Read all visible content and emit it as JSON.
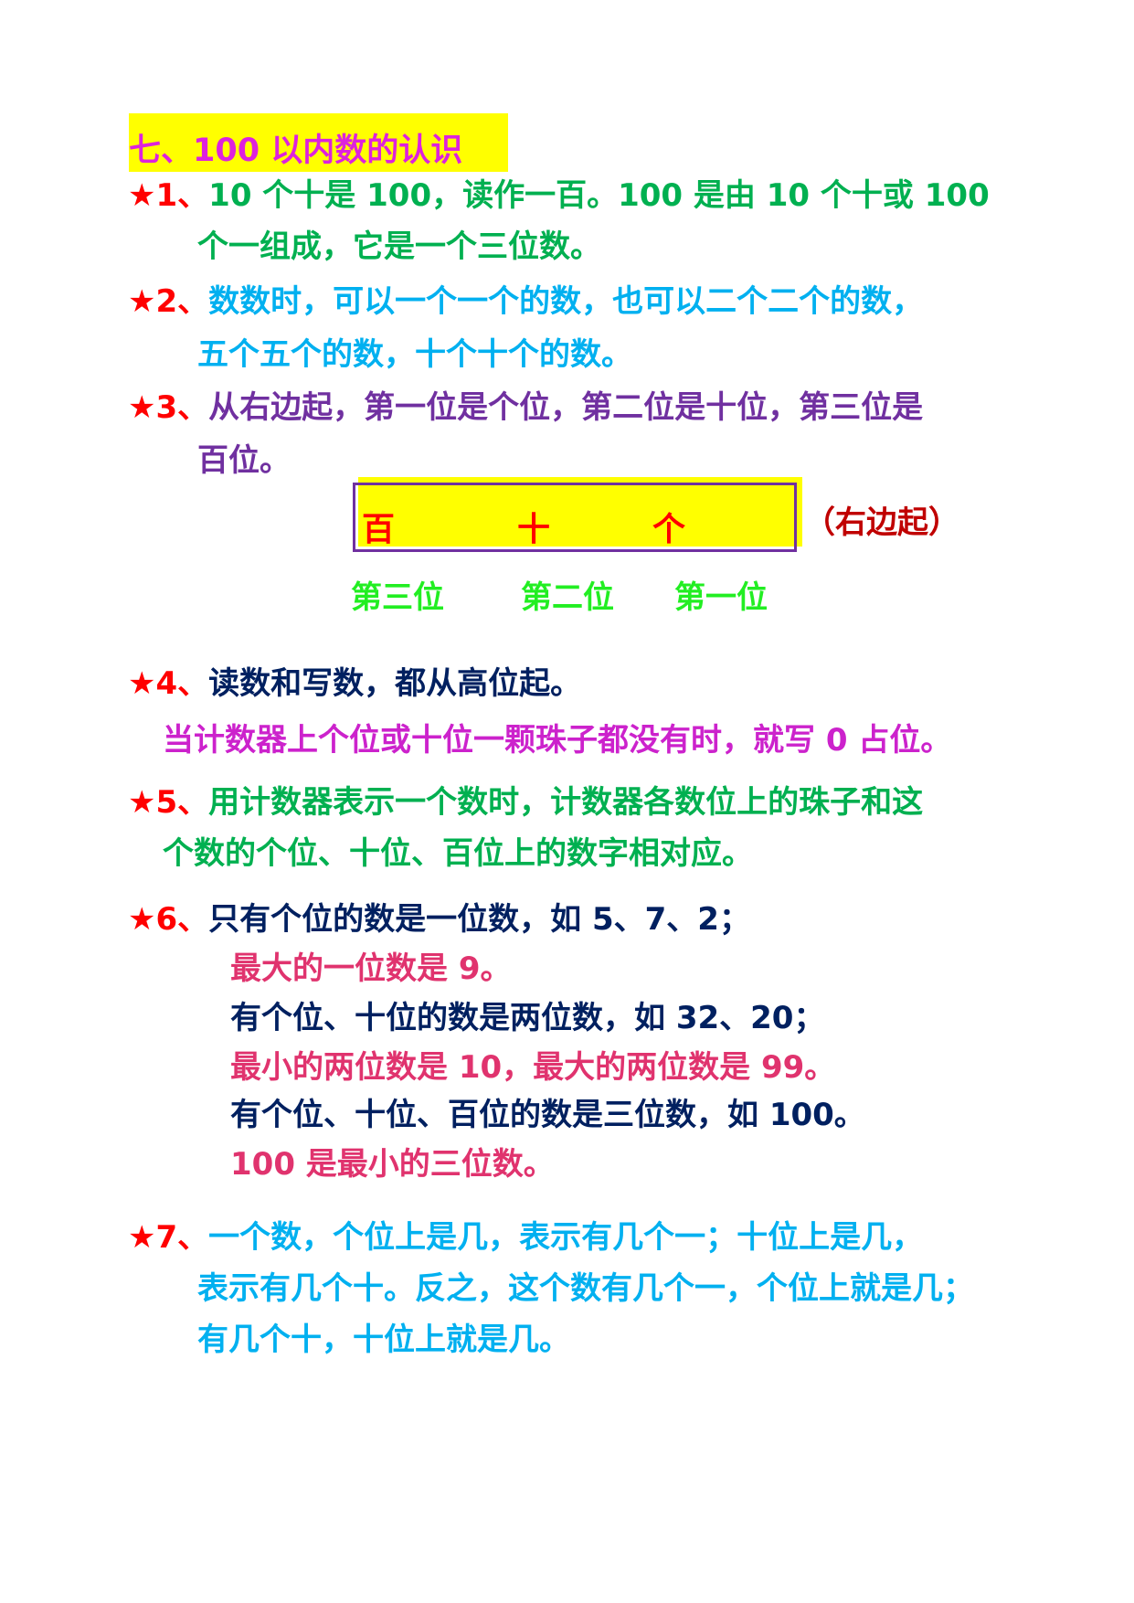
{
  "title": "七、100 以内数的认识",
  "star_glyph": "★",
  "items": [
    {
      "num": "1、",
      "lines": [
        "10 个十是 100，读作一百。100 是由 10 个十或 100",
        "个一组成，它是一个三位数。"
      ]
    },
    {
      "num": "2、",
      "lines": [
        "数数时，可以一个一个的数，也可以二个二个的数，",
        "五个五个的数，十个十个的数。"
      ]
    },
    {
      "num": "3、",
      "lines": [
        "从右边起，第一位是个位，第二位是十位，第三位是",
        "百位。"
      ]
    },
    {
      "num": "4、",
      "lines": [
        "读数和写数，都从高位起。",
        "当计数器上个位或十位一颗珠子都没有时，就写 0 占位。"
      ]
    },
    {
      "num": "5、",
      "lines": [
        "用计数器表示一个数时，计数器各数位上的珠子和这",
        "个数的个位、十位、百位上的数字相对应。"
      ]
    },
    {
      "num": "6、",
      "lines": [
        "只有个位的数是一位数，如 5、7、2；",
        "最大的一位数是 9。",
        "有个位、十位的数是两位数，如 32、20；",
        "最小的两位数是 10，最大的两位数是 99。",
        "有个位、十位、百位的数是三位数，如 100。",
        "100 是最小的三位数。"
      ]
    },
    {
      "num": "7、",
      "lines": [
        "一个数，个位上是几，表示有几个一；十位上是几，",
        "表示有几个十。反之，这个数有几个一，个位上就是几；",
        "有几个十，十位上就是几。"
      ]
    }
  ],
  "place_value_table": {
    "cells": [
      "百",
      "十",
      "个"
    ],
    "note": "（右边起）",
    "positions": [
      "第三位",
      "第二位",
      "第一位"
    ]
  },
  "colors": {
    "title": "#dd22dd",
    "title_bg": "#ffff00",
    "star": "#ff0000",
    "green": "#00b050",
    "cyan": "#00b0f0",
    "purple": "#7030a0",
    "navy": "#002060",
    "magenta": "#cc22cc",
    "pink": "#e0336e",
    "light_green": "#22ee22",
    "dark_red": "#c00000"
  }
}
